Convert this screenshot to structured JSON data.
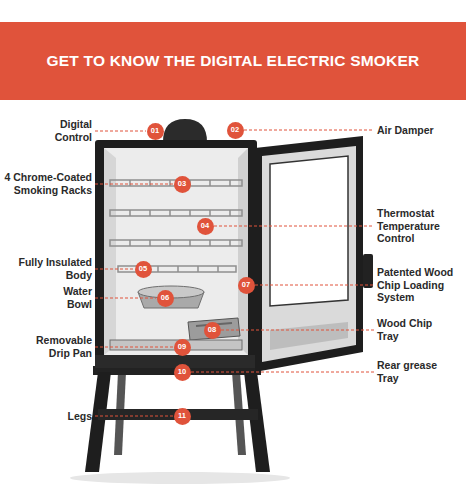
{
  "diagram": {
    "title": "GET TO KNOW THE DIGITAL ELECTRIC SMOKER",
    "nodes": [
      {
        "text": [
          "01"
        ]
      },
      {
        "text": [
          "02"
        ]
      },
      {
        "text": [
          "03"
        ]
      },
      {
        "text": [
          "04"
        ]
      },
      {
        "text": [
          "05"
        ]
      },
      {
        "text": [
          "06"
        ]
      },
      {
        "text": [
          "07"
        ]
      },
      {
        "text": [
          "08"
        ]
      },
      {
        "text": [
          "09"
        ]
      },
      {
        "text": [
          "10"
        ]
      },
      {
        "text": [
          "11"
        ]
      }
    ],
    "labels": [
      "Digital Control",
      "Air Damper",
      "4 Chrome-Coated Smoking Racks",
      "Thermostat Temperature Control",
      "Fully Insulated Body",
      "Patented Wood Chip Loading System",
      "Water Bowl",
      "Wood Chip Tray",
      "Removable Drip Pan",
      "Rear grease Tray",
      "Legs"
    ]
  }
}
